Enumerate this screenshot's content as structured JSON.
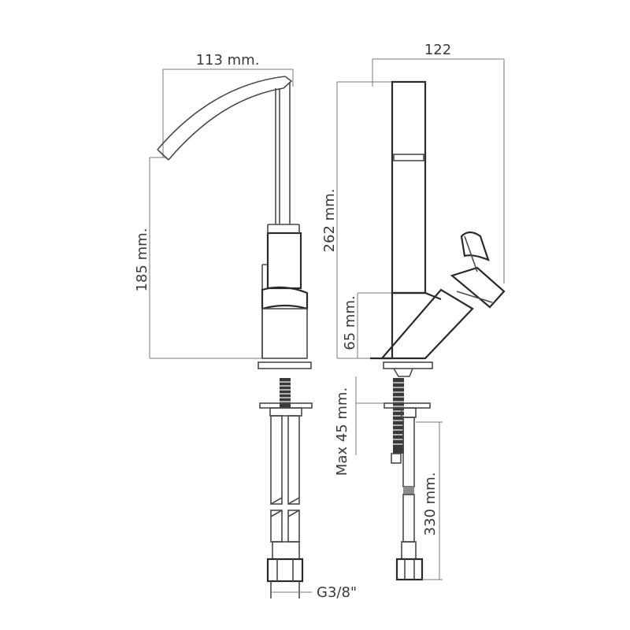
{
  "drawing": {
    "front_view": {
      "width_label": "113 mm.",
      "height_label": "185 mm.",
      "thread_label": "G3/8\""
    },
    "side_view": {
      "depth_label": "122",
      "height_label": "262 mm.",
      "base_height_label": "65 mm.",
      "deck_thickness_label": "Max 45 mm.",
      "hose_label": "330 mm."
    }
  }
}
